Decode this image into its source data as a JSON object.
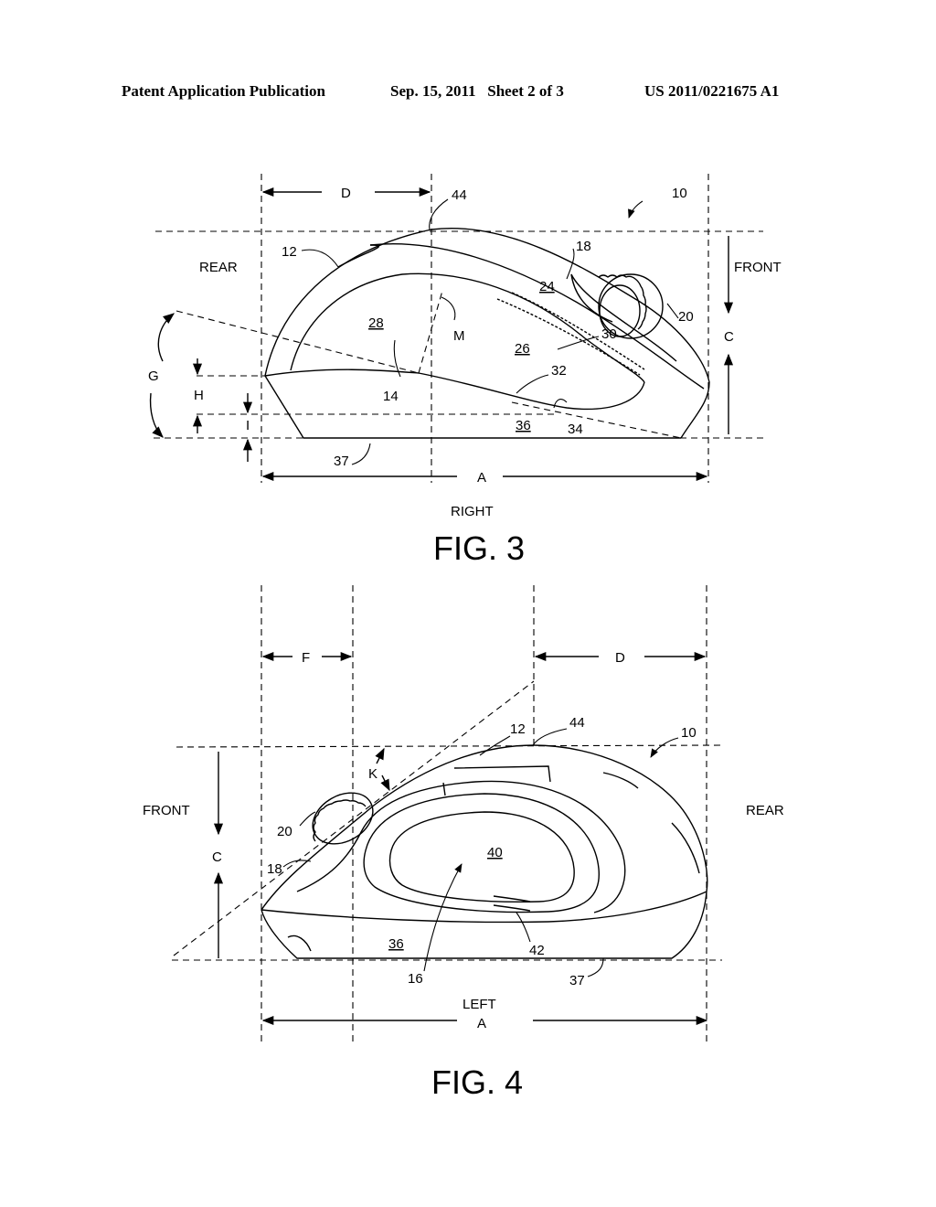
{
  "header": {
    "publication": "Patent Application Publication",
    "date_sheet": "Sep. 15, 2011   Sheet 2 of 3",
    "number": "US 2011/0221675 A1"
  },
  "fig3": {
    "caption": "FIG. 3",
    "view": "RIGHT",
    "labels": {
      "rear": "REAR",
      "front": "FRONT",
      "D": "D",
      "A": "A",
      "C": "C",
      "G": "G",
      "H": "H",
      "I": "I",
      "M": "M"
    },
    "refs": {
      "r10": "10",
      "r12": "12",
      "r14": "14",
      "r18": "18",
      "r20": "20",
      "r24": "24",
      "r26": "26",
      "r28": "28",
      "r30": "30",
      "r32": "32",
      "r34": "34",
      "r36": "36",
      "r37": "37",
      "r44": "44"
    }
  },
  "fig4": {
    "caption": "FIG. 4",
    "view": "LEFT",
    "labels": {
      "front": "FRONT",
      "rear": "REAR",
      "F": "F",
      "D": "D",
      "A": "A",
      "C": "C",
      "K": "K"
    },
    "refs": {
      "r10": "10",
      "r12": "12",
      "r16": "16",
      "r18": "18",
      "r20": "20",
      "r36": "36",
      "r37": "37",
      "r40": "40",
      "r42": "42",
      "r44": "44"
    }
  }
}
